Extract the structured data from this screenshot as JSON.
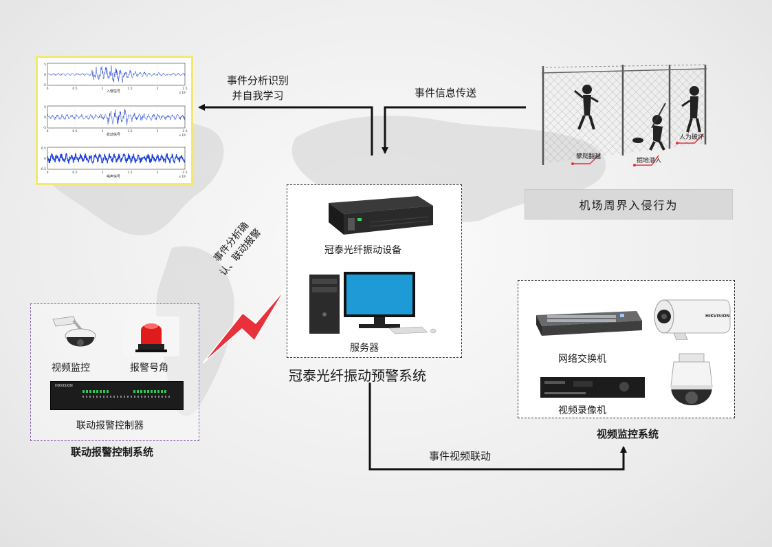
{
  "flow": {
    "analysis_line1": "事件分析识别",
    "analysis_line2": "并自我学习",
    "info_transfer": "事件信息传送",
    "confirm_line1": "事件分析确",
    "confirm_line2": "认、联动报警",
    "video_linkage": "事件视频联动"
  },
  "signals": {
    "plot1_label": "入侵信号",
    "plot2_label": "扰动信号",
    "plot3_label": "噪声信号",
    "x_ticks": [
      "0",
      "0.5",
      "1",
      "1.5",
      "2",
      "2.5"
    ],
    "y_ticks_top": [
      "5",
      "0",
      "-5"
    ],
    "y_ticks_bottom": [
      "0.5",
      "0",
      "-0.5"
    ],
    "exponent": "x 10⁴"
  },
  "intrusion": {
    "climb_tag": "攀爬翻越",
    "dig_tag": "掘地潜入",
    "damage_tag": "人为破坏",
    "caption": "机场周界入侵行为"
  },
  "center": {
    "device_label": "冠泰光纤振动设备",
    "server_label": "服务器",
    "system_title": "冠泰光纤振动预警系统"
  },
  "alarm": {
    "camera_label": "视频监控",
    "horn_label": "报警号角",
    "controller_label": "联动报警控制器",
    "system_title": "联动报警控制系统",
    "controller_brand": "HIKVISION"
  },
  "video": {
    "switch_label": "网络交换机",
    "recorder_label": "视频录像机",
    "system_title": "视频监控系统",
    "camera_brand": "HIKVISION"
  },
  "colors": {
    "plot_blue": "#1c3fd6",
    "signal_border": "#f3e870",
    "alert_red": "#e8313a",
    "caption_bg": "#d9d9d9"
  }
}
